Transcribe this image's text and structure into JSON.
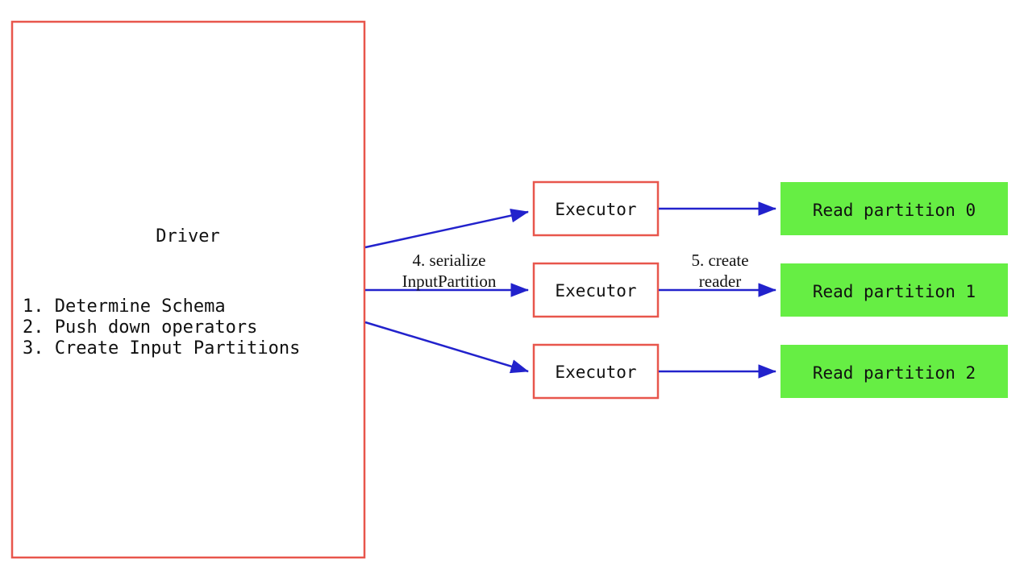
{
  "colors": {
    "box_border_red": "#E8564C",
    "partition_fill_green": "#66EE44",
    "arrow_blue": "#2222CC",
    "text_black": "#111111",
    "background": "#FFFFFF"
  },
  "driver": {
    "title": "Driver",
    "steps": [
      "1. Determine Schema",
      "2. Push down operators",
      "3. Create Input Partitions"
    ]
  },
  "executors": [
    {
      "label": "Executor"
    },
    {
      "label": "Executor"
    },
    {
      "label": "Executor"
    }
  ],
  "partitions": [
    {
      "label": "Read partition 0"
    },
    {
      "label": "Read partition 1"
    },
    {
      "label": "Read partition 2"
    }
  ],
  "edge_labels": {
    "serialize": {
      "line1": "4. serialize",
      "line2": "InputPartition"
    },
    "create_reader": {
      "line1": "5. create",
      "line2": "reader"
    }
  }
}
